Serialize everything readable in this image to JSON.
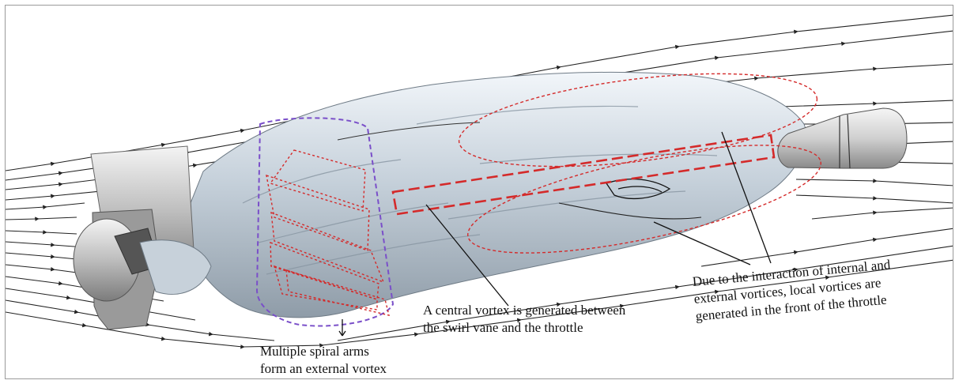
{
  "annotations": {
    "external_vortex": {
      "line1": "Multiple spiral arms",
      "line2": "form an external vortex"
    },
    "central_vortex": {
      "line1": "A central vortex is generated between",
      "line2": "the swirl vane and the throttle"
    },
    "local_vortices": {
      "line1": "Due to the interaction of internal and",
      "line2": "external vortices, local vortices are",
      "line3": "generated in the front of the throttle"
    }
  },
  "colors": {
    "streamline": "#222222",
    "vortex_surface": "#c9d3dc",
    "external_region": "#7a4fc9",
    "internal_region": "#d42a2a"
  }
}
